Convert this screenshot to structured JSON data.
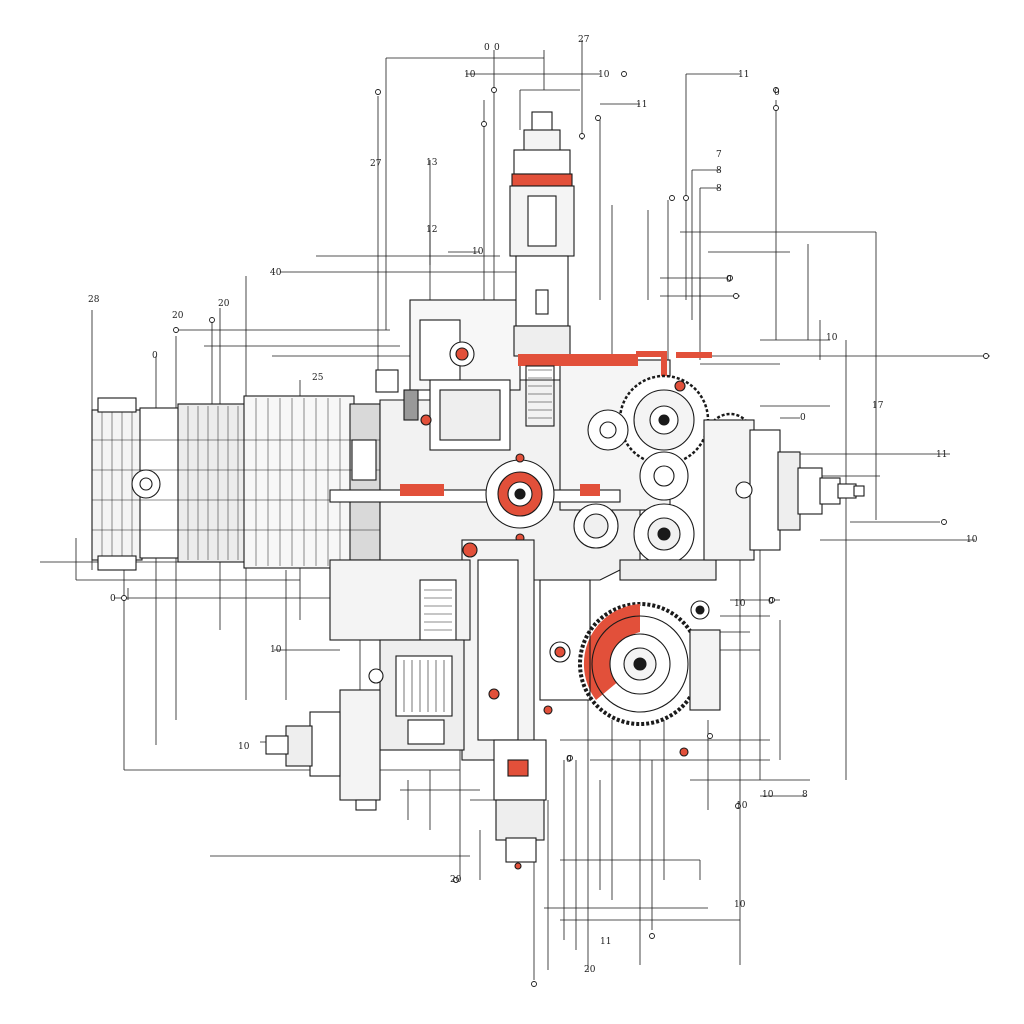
{
  "colors": {
    "ink": "#1a1a1a",
    "accent": "#e2503a",
    "paper": "#ffffff",
    "fill_light": "#f4f4f4",
    "fill_mid": "#d9d9d9"
  },
  "callouts": [
    "0",
    "0",
    "27",
    "10",
    "10",
    "11",
    "0",
    "11",
    "7",
    "8",
    "8",
    "13",
    "12",
    "10",
    "40",
    "28",
    "20",
    "20",
    "0",
    "25",
    "10",
    "11",
    "10",
    "17",
    "0",
    "0",
    "0",
    "10",
    "10",
    "8",
    "10",
    "10",
    "0",
    "0",
    "20",
    "11",
    "20",
    "10",
    "10",
    "27"
  ]
}
